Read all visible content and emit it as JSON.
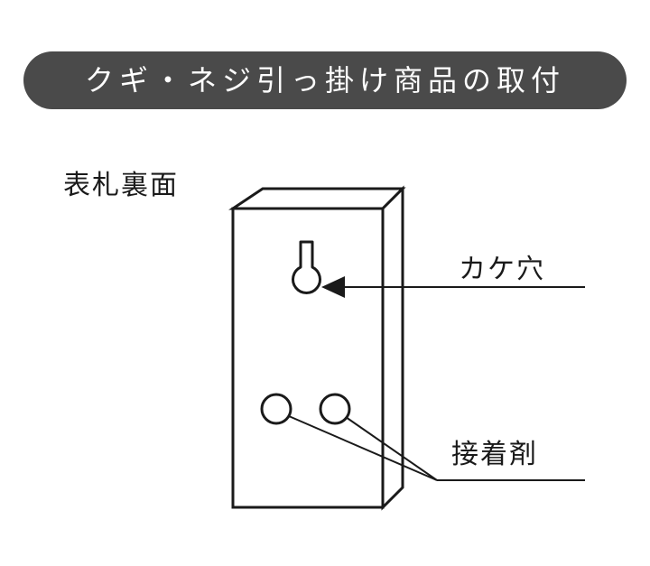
{
  "banner": {
    "title": "クギ・ネジ引っ掛け商品の取付"
  },
  "plate": {
    "label": "表札裏面"
  },
  "callouts": {
    "keyhole": "カケ穴",
    "adhesive": "接着剤"
  }
}
